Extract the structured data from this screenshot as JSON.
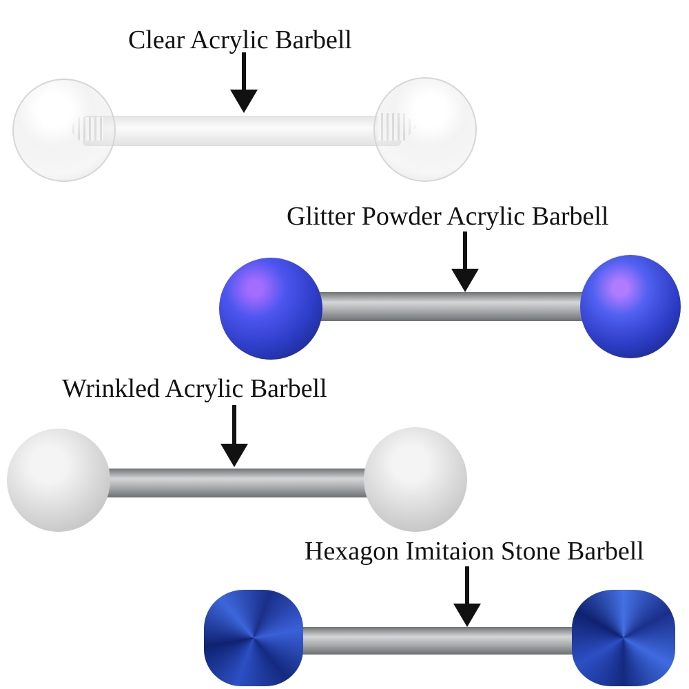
{
  "products": [
    {
      "label": "Clear Acrylic Barbell",
      "ball_color": "#f2f2f2",
      "bar_color": "#f4f4f4"
    },
    {
      "label": "Glitter Powder Acrylic Barbell",
      "ball_color": "#3a3ad0",
      "bar_color": "#9a9c9e"
    },
    {
      "label": "Wrinkled Acrylic Barbell",
      "ball_color": "#d9d9d9",
      "bar_color": "#9a9c9e"
    },
    {
      "label": "Hexagon Imitaion Stone Barbell",
      "ball_color": "#1c3a9e",
      "bar_color": "#9a9c9e"
    }
  ]
}
